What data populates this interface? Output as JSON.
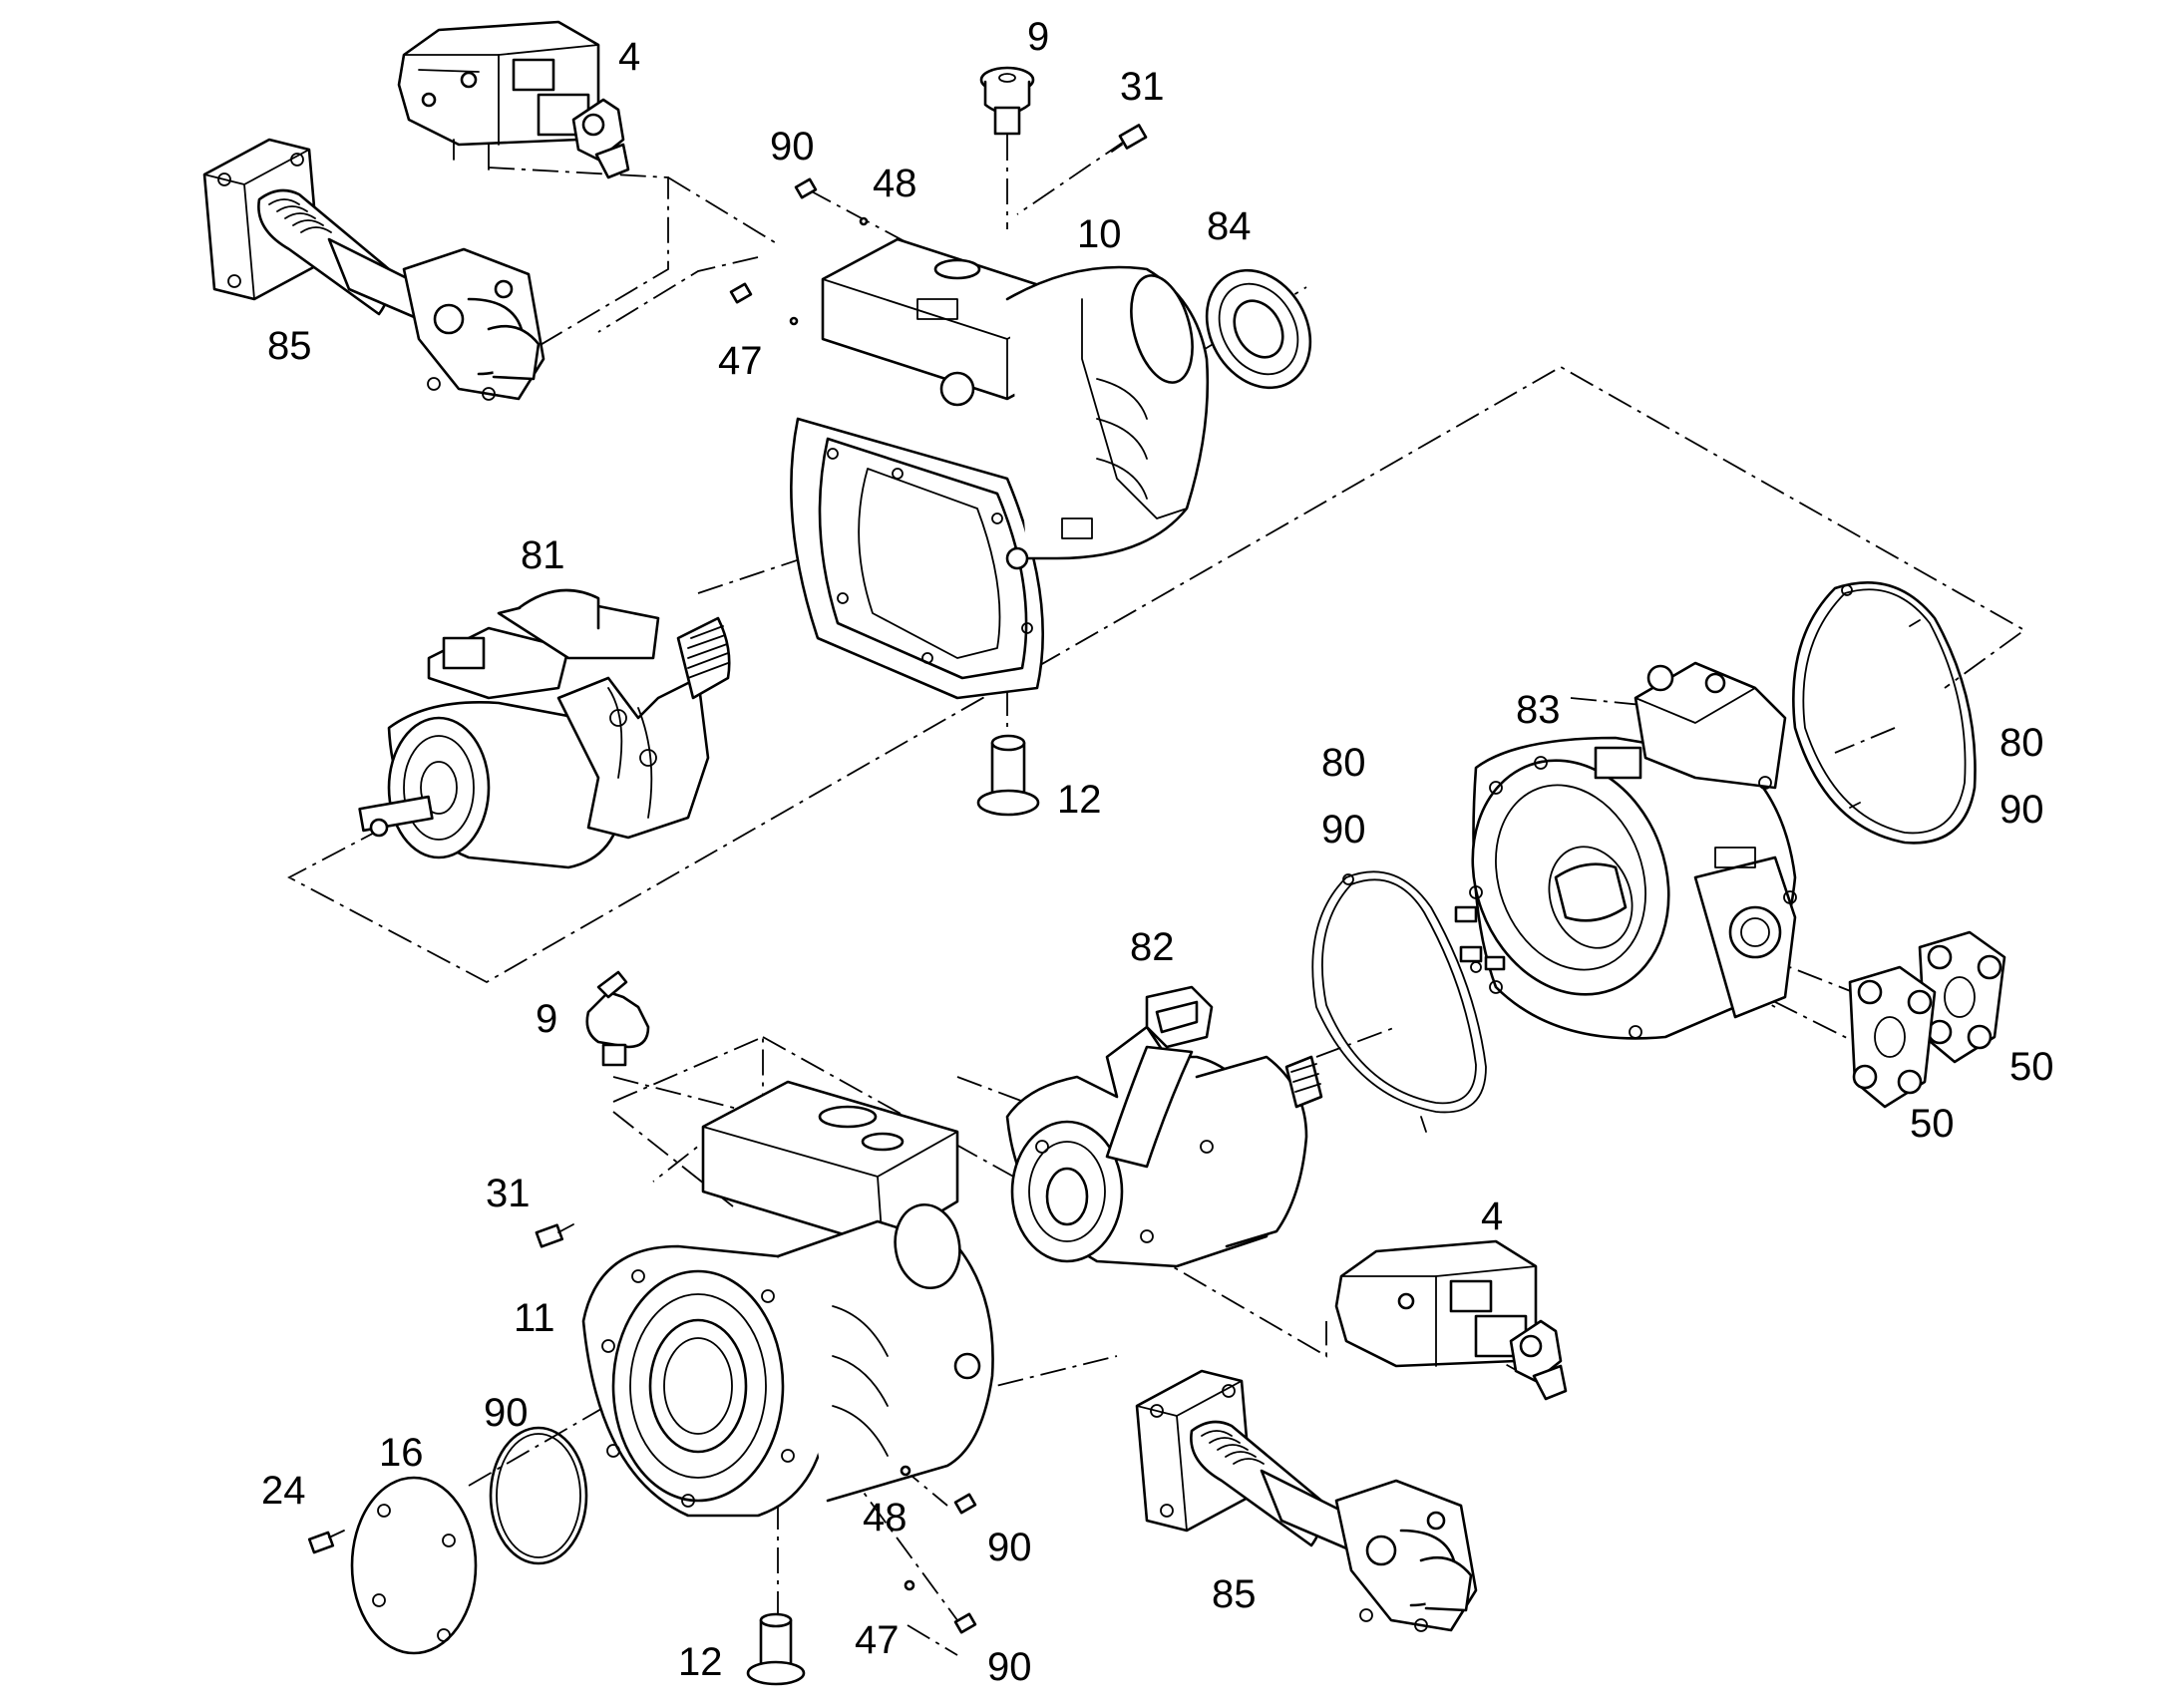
{
  "callouts": {
    "c4a": "4",
    "c9a": "9",
    "c31a": "31",
    "c90a": "90",
    "c48a": "48",
    "c10": "10",
    "c84": "84",
    "c85a": "85",
    "c47a": "47",
    "c81": "81",
    "c83": "83",
    "c80a": "80",
    "c90b": "90",
    "c80b": "80",
    "c90c": "90",
    "c12a": "12",
    "c82": "82",
    "c9b": "9",
    "c50a": "50",
    "c50b": "50",
    "c31b": "31",
    "c4b": "4",
    "c11": "11",
    "c90d": "90",
    "c16": "16",
    "c24": "24",
    "c48b": "48",
    "c90e": "90",
    "c85b": "85",
    "c47b": "47",
    "c12b": "12",
    "c90f": "90"
  },
  "colors": {
    "line": "#000000",
    "background": "#ffffff"
  }
}
